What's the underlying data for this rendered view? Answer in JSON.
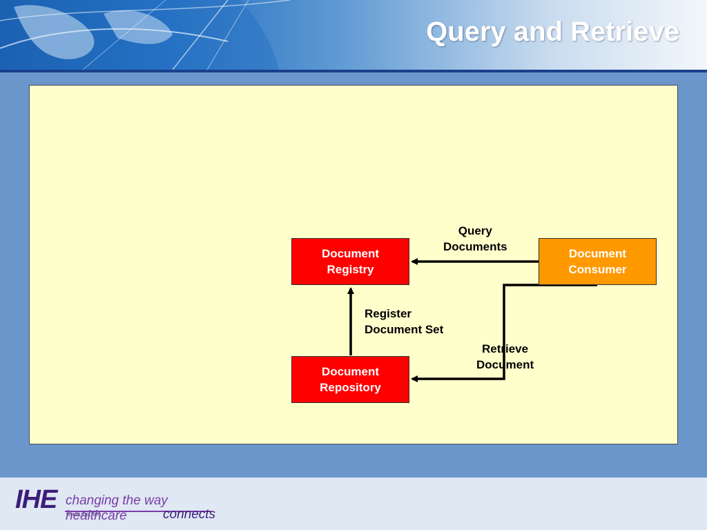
{
  "slide": {
    "title": "Query and Retrieve"
  },
  "diagram": {
    "actors": {
      "registry": "Document\nRegistry",
      "consumer": "Document\nConsumer",
      "repository": "Document\nRepository"
    },
    "transactions": {
      "query": "Query\nDocuments",
      "register": "Register\nDocument Set",
      "retrieve": "Retrieve\nDocument"
    },
    "colors": {
      "registry": "#ff0000",
      "repository": "#ff0000",
      "consumer": "#ff9900",
      "panel": "#ffffcc"
    }
  },
  "footer": {
    "logo_text": "IHE",
    "tagline": "changing the way healthcare",
    "url": "www.ihe.net",
    "connects": "connects"
  }
}
